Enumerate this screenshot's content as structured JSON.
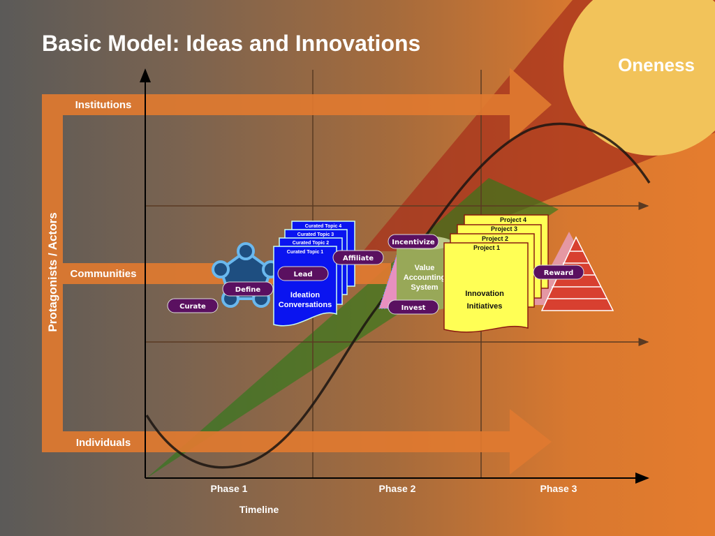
{
  "title": "Basic Model: Ideas and Innovations",
  "oneness": "Oneness",
  "y_axis_label": "Protagonists / Actors",
  "rows": {
    "institutions": "Institutions",
    "communities": "Communities",
    "individuals": "Individuals"
  },
  "phases": [
    "Phase 1",
    "Phase 2",
    "Phase 3"
  ],
  "x_axis_label": "Timeline",
  "actions": {
    "curate": "Curate",
    "define": "Define",
    "lead": "Lead",
    "affiliate": "Affiliate",
    "incentivize": "Incentivize",
    "invest": "Invest",
    "reward": "Reward"
  },
  "topics": [
    "Curated Topic 1",
    "Curated Topic 2",
    "Curated Topic 3",
    "Curated Topic 4"
  ],
  "ideation": [
    "Ideation",
    "Conversations"
  ],
  "value_system": [
    "Value",
    "Accounting",
    "System"
  ],
  "projects": [
    "Project 1",
    "Project 2",
    "Project 3",
    "Project 4"
  ],
  "innovation": [
    "Innovation",
    "Initiatives"
  ],
  "colors": {
    "orange": "#e07a30",
    "purple": "#5a1060",
    "blue": "#0a14f0",
    "yellow": "#ffff55",
    "sun": "#f2c35a",
    "green": "#98a858",
    "pyramid": "#d84030"
  }
}
